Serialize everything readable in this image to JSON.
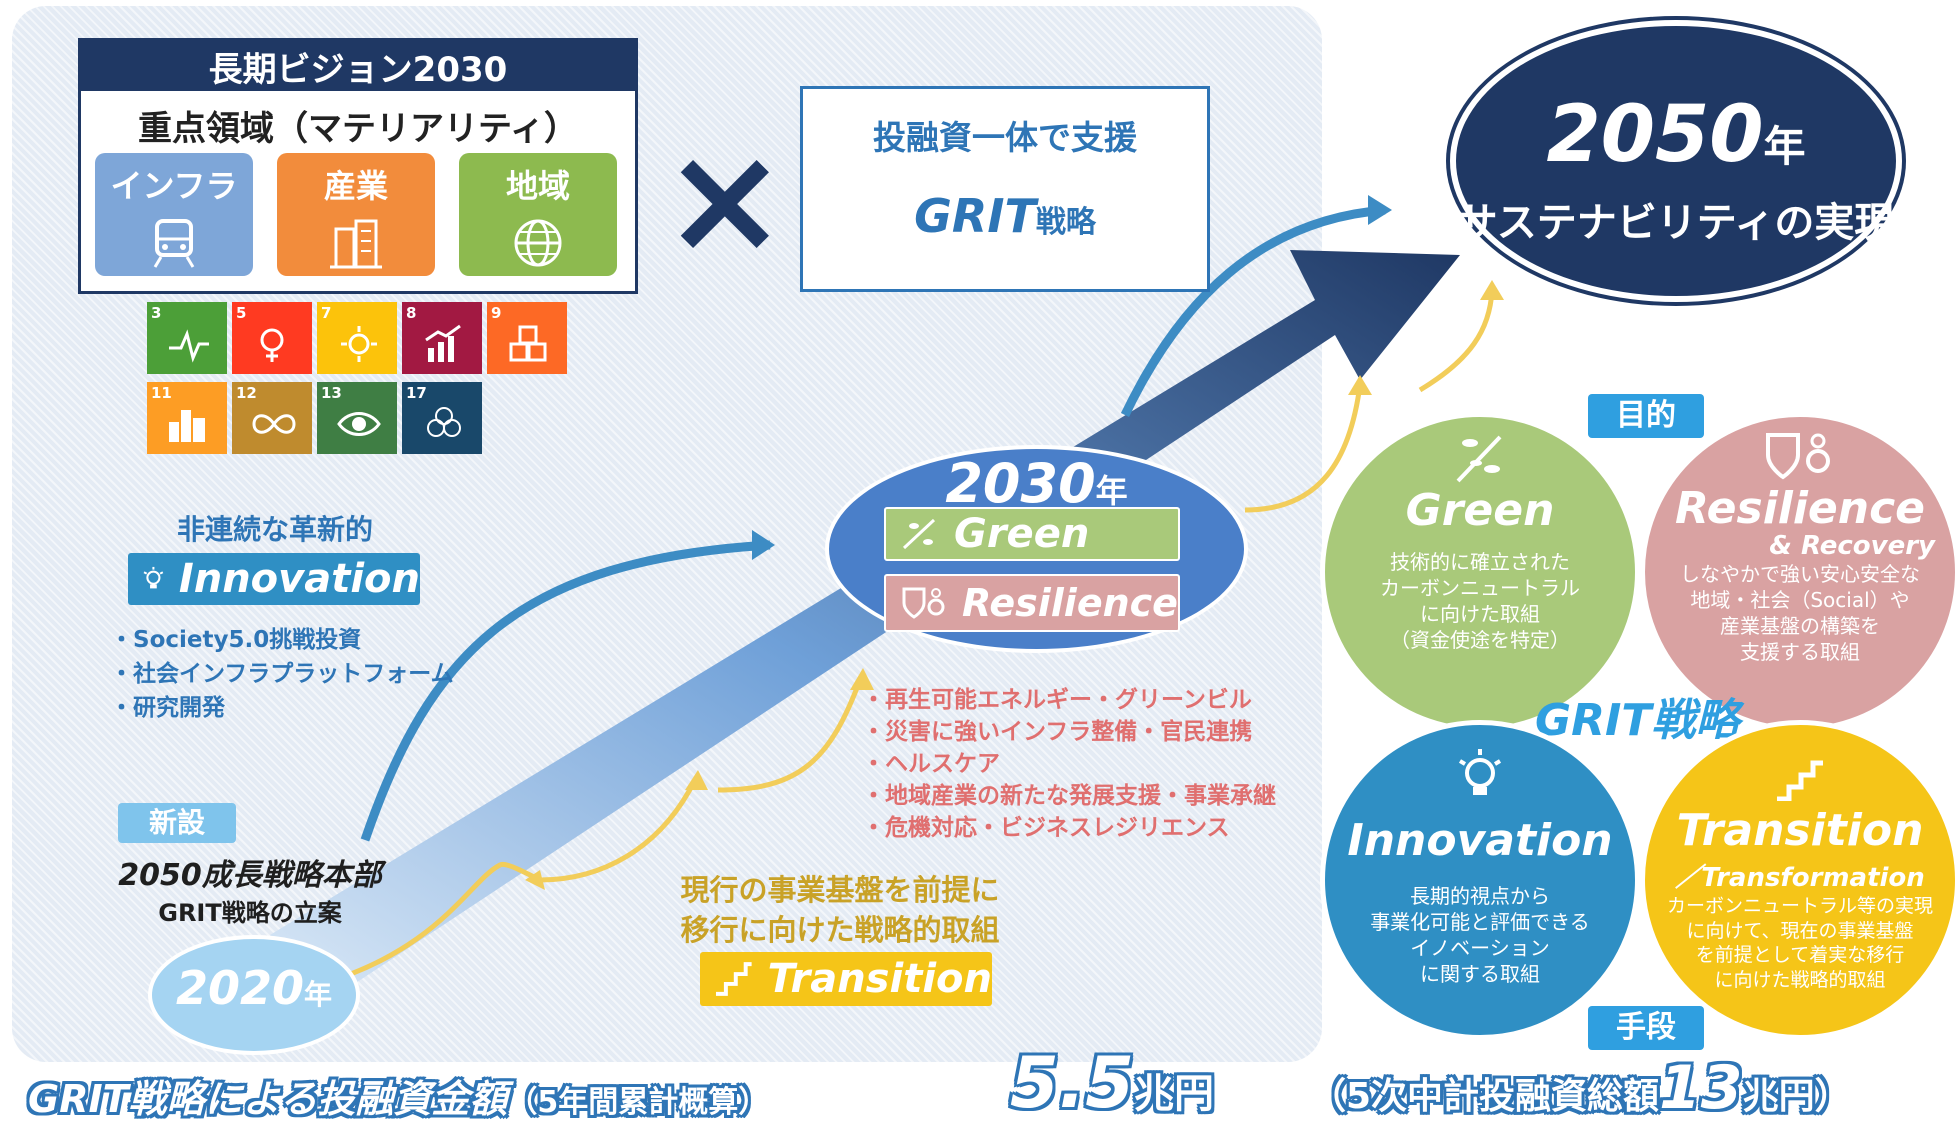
{
  "vision": {
    "title": "長期ビジョン2030",
    "materiality": "重点領域（マテリアリティ）",
    "tiles": [
      {
        "label": "インフラ",
        "icon": "train-icon",
        "color": "#7ea6d8"
      },
      {
        "label": "産業",
        "icon": "building-icon",
        "color": "#f28c3c"
      },
      {
        "label": "地域",
        "icon": "globe-icon",
        "color": "#8dba4f"
      }
    ]
  },
  "sdgs": [
    {
      "num": "3",
      "color": "#4c9f38"
    },
    {
      "num": "5",
      "color": "#ff3a21"
    },
    {
      "num": "7",
      "color": "#fcc30b"
    },
    {
      "num": "8",
      "color": "#a21942"
    },
    {
      "num": "9",
      "color": "#fd6925"
    },
    {
      "num": "11",
      "color": "#fd9d24"
    },
    {
      "num": "12",
      "color": "#bf8b2e"
    },
    {
      "num": "13",
      "color": "#3f7e44"
    },
    {
      "num": "17",
      "color": "#19486a"
    }
  ],
  "times_symbol": "×",
  "finance": {
    "line1": "投融資一体で支援",
    "grit": "GRIT",
    "grit_suffix": "戦略"
  },
  "goal": {
    "year": "2050",
    "year_suffix": "年",
    "text": "サステナビリティの実現"
  },
  "innovation_side": {
    "heading": "非連続な革新的",
    "pill": "Innovation",
    "items": [
      "・Society5.0挑戦投資",
      "・社会インフラプラットフォーム",
      "・研究開発"
    ]
  },
  "new_hq": {
    "badge": "新設",
    "name": "2050成長戦略本部",
    "sub": "GRIT戦略の立案"
  },
  "start": {
    "year": "2020",
    "year_suffix": "年"
  },
  "mid": {
    "year": "2030",
    "year_suffix": "年",
    "green": "Green",
    "resilience": "Resilience"
  },
  "mid_items": [
    "・再生可能エネルギー・グリーンビル",
    "・災害に強いインフラ整備・官民連携",
    "・ヘルスケア",
    "・地域産業の新たな発展支援・事業承継",
    "・危機対応・ビジネスレジリエンス"
  ],
  "transition_side": {
    "line1": "現行の事業基盤を前提に",
    "line2": "移行に向けた戦略的取組",
    "pill": "Transition"
  },
  "grit": {
    "purpose_badge": "目的",
    "means_badge": "手段",
    "center_label": "GRIT戦略",
    "green": {
      "title": "Green",
      "desc": [
        "技術的に確立された",
        "カーボンニュートラル",
        "に向けた取組",
        "（資金使途を特定）"
      ],
      "color": "#a9c97a"
    },
    "resilience": {
      "title": "Resilience",
      "sub": "& Recovery",
      "desc": [
        "しなやかで強い安心安全な",
        "地域・社会（Social）や",
        "産業基盤の構築を",
        "支援する取組"
      ],
      "color": "#d9a2a2"
    },
    "innovation": {
      "title": "Innovation",
      "desc": [
        "長期的視点から",
        "事業化可能と評価できる",
        "イノベーション",
        "に関する取組"
      ],
      "color": "#2f8fc4"
    },
    "transition": {
      "title": "Transition",
      "sub": "／Transformation",
      "desc": [
        "カーボンニュートラル等の実現",
        "に向けて、現在の事業基盤",
        "を前提として着実な移行",
        "に向けた戦略的取組"
      ],
      "color": "#f5c518"
    }
  },
  "bottom": {
    "label": "GRIT戦略による投融資金額",
    "note": "（5年間累計概算）",
    "amount": "5.5",
    "amount_unit": "兆円",
    "total_prefix": "（5次中計投融資総額",
    "total_amount": "13",
    "total_suffix": "兆円）"
  }
}
